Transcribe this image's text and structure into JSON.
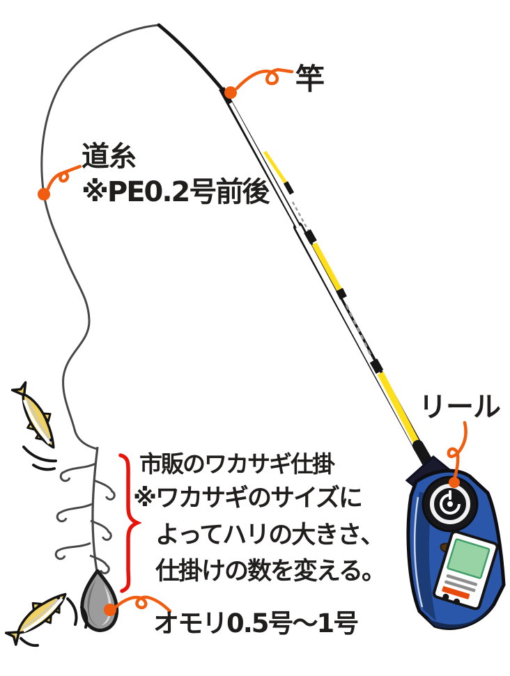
{
  "diagram": {
    "title": "wakasagi-fishing-rig-diagram",
    "labels": {
      "rod": "竿",
      "line": "道糸",
      "line_note": "※PE0.2号前後",
      "reel": "リール",
      "rig_title": "市販のワカサギ仕掛",
      "rig_note1": "※ワカサギのサイズに",
      "rig_note2": "よってハリの大きさ、",
      "rig_note3": "仕掛けの数を変える。",
      "sinker": "オモリ0.5号～1号"
    },
    "colors": {
      "ink": "#201d1d",
      "line_gray": "#474747",
      "pointer_orange": "#f05c10",
      "brace_red": "#e8140c",
      "rod_yellow": "#ffdf1b",
      "reel_blue": "#2a57a9",
      "reel_blue_dark": "#1b3c77",
      "screen_green": "#97d3a5",
      "sinker_gray": "#9c9c9c",
      "fish_yellow": "#f0d264"
    }
  }
}
